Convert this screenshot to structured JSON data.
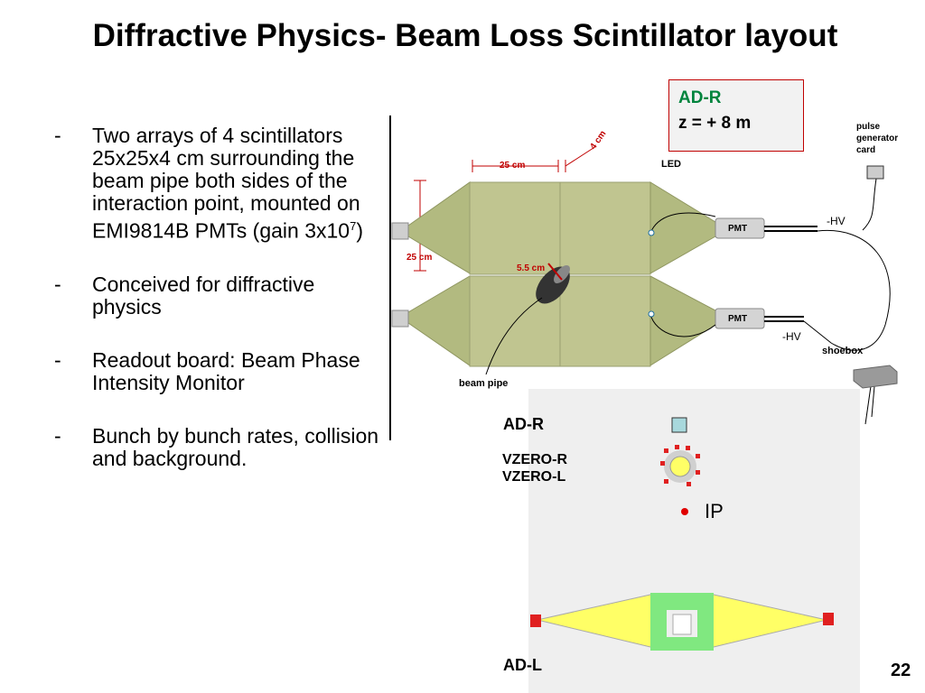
{
  "title": "Diffractive Physics- Beam Loss Scintillator layout",
  "bullets": [
    {
      "pre": "Two arrays of 4 scintillators 25x25x4 cm surrounding the beam pipe both sides of the interaction point, mounted on EMI9814B PMTs (gain 3x10",
      "sup": "7",
      "post": ")"
    },
    {
      "text": "Conceived for diffractive physics"
    },
    {
      "text": "Readout board: Beam Phase Intensity Monitor"
    },
    {
      "text": "Bunch by bunch rates, collision and background."
    }
  ],
  "dash": "-",
  "ad_box": {
    "title": "AD-R",
    "z": "z = + 8 m"
  },
  "schematic": {
    "dim_25cm_top": "25 cm",
    "dim_4cm": "4 cm",
    "dim_25cm_side": "25 cm",
    "dim_55cm": "5.5 cm",
    "led": "LED",
    "pmt_top": "PMT",
    "pmt_bottom": "PMT",
    "hv_top": "-HV",
    "hv_bottom": "-HV",
    "pulse_generator": [
      "pulse",
      "generator",
      "card"
    ],
    "shoebox": "shoebox",
    "beam_pipe": "beam pipe"
  },
  "overview": {
    "ad_r": "AD-R",
    "vzero_r": "VZERO-R",
    "vzero_l": "VZERO-L",
    "ip": "IP",
    "ad_l": "AD-L"
  },
  "page_number": "22"
}
